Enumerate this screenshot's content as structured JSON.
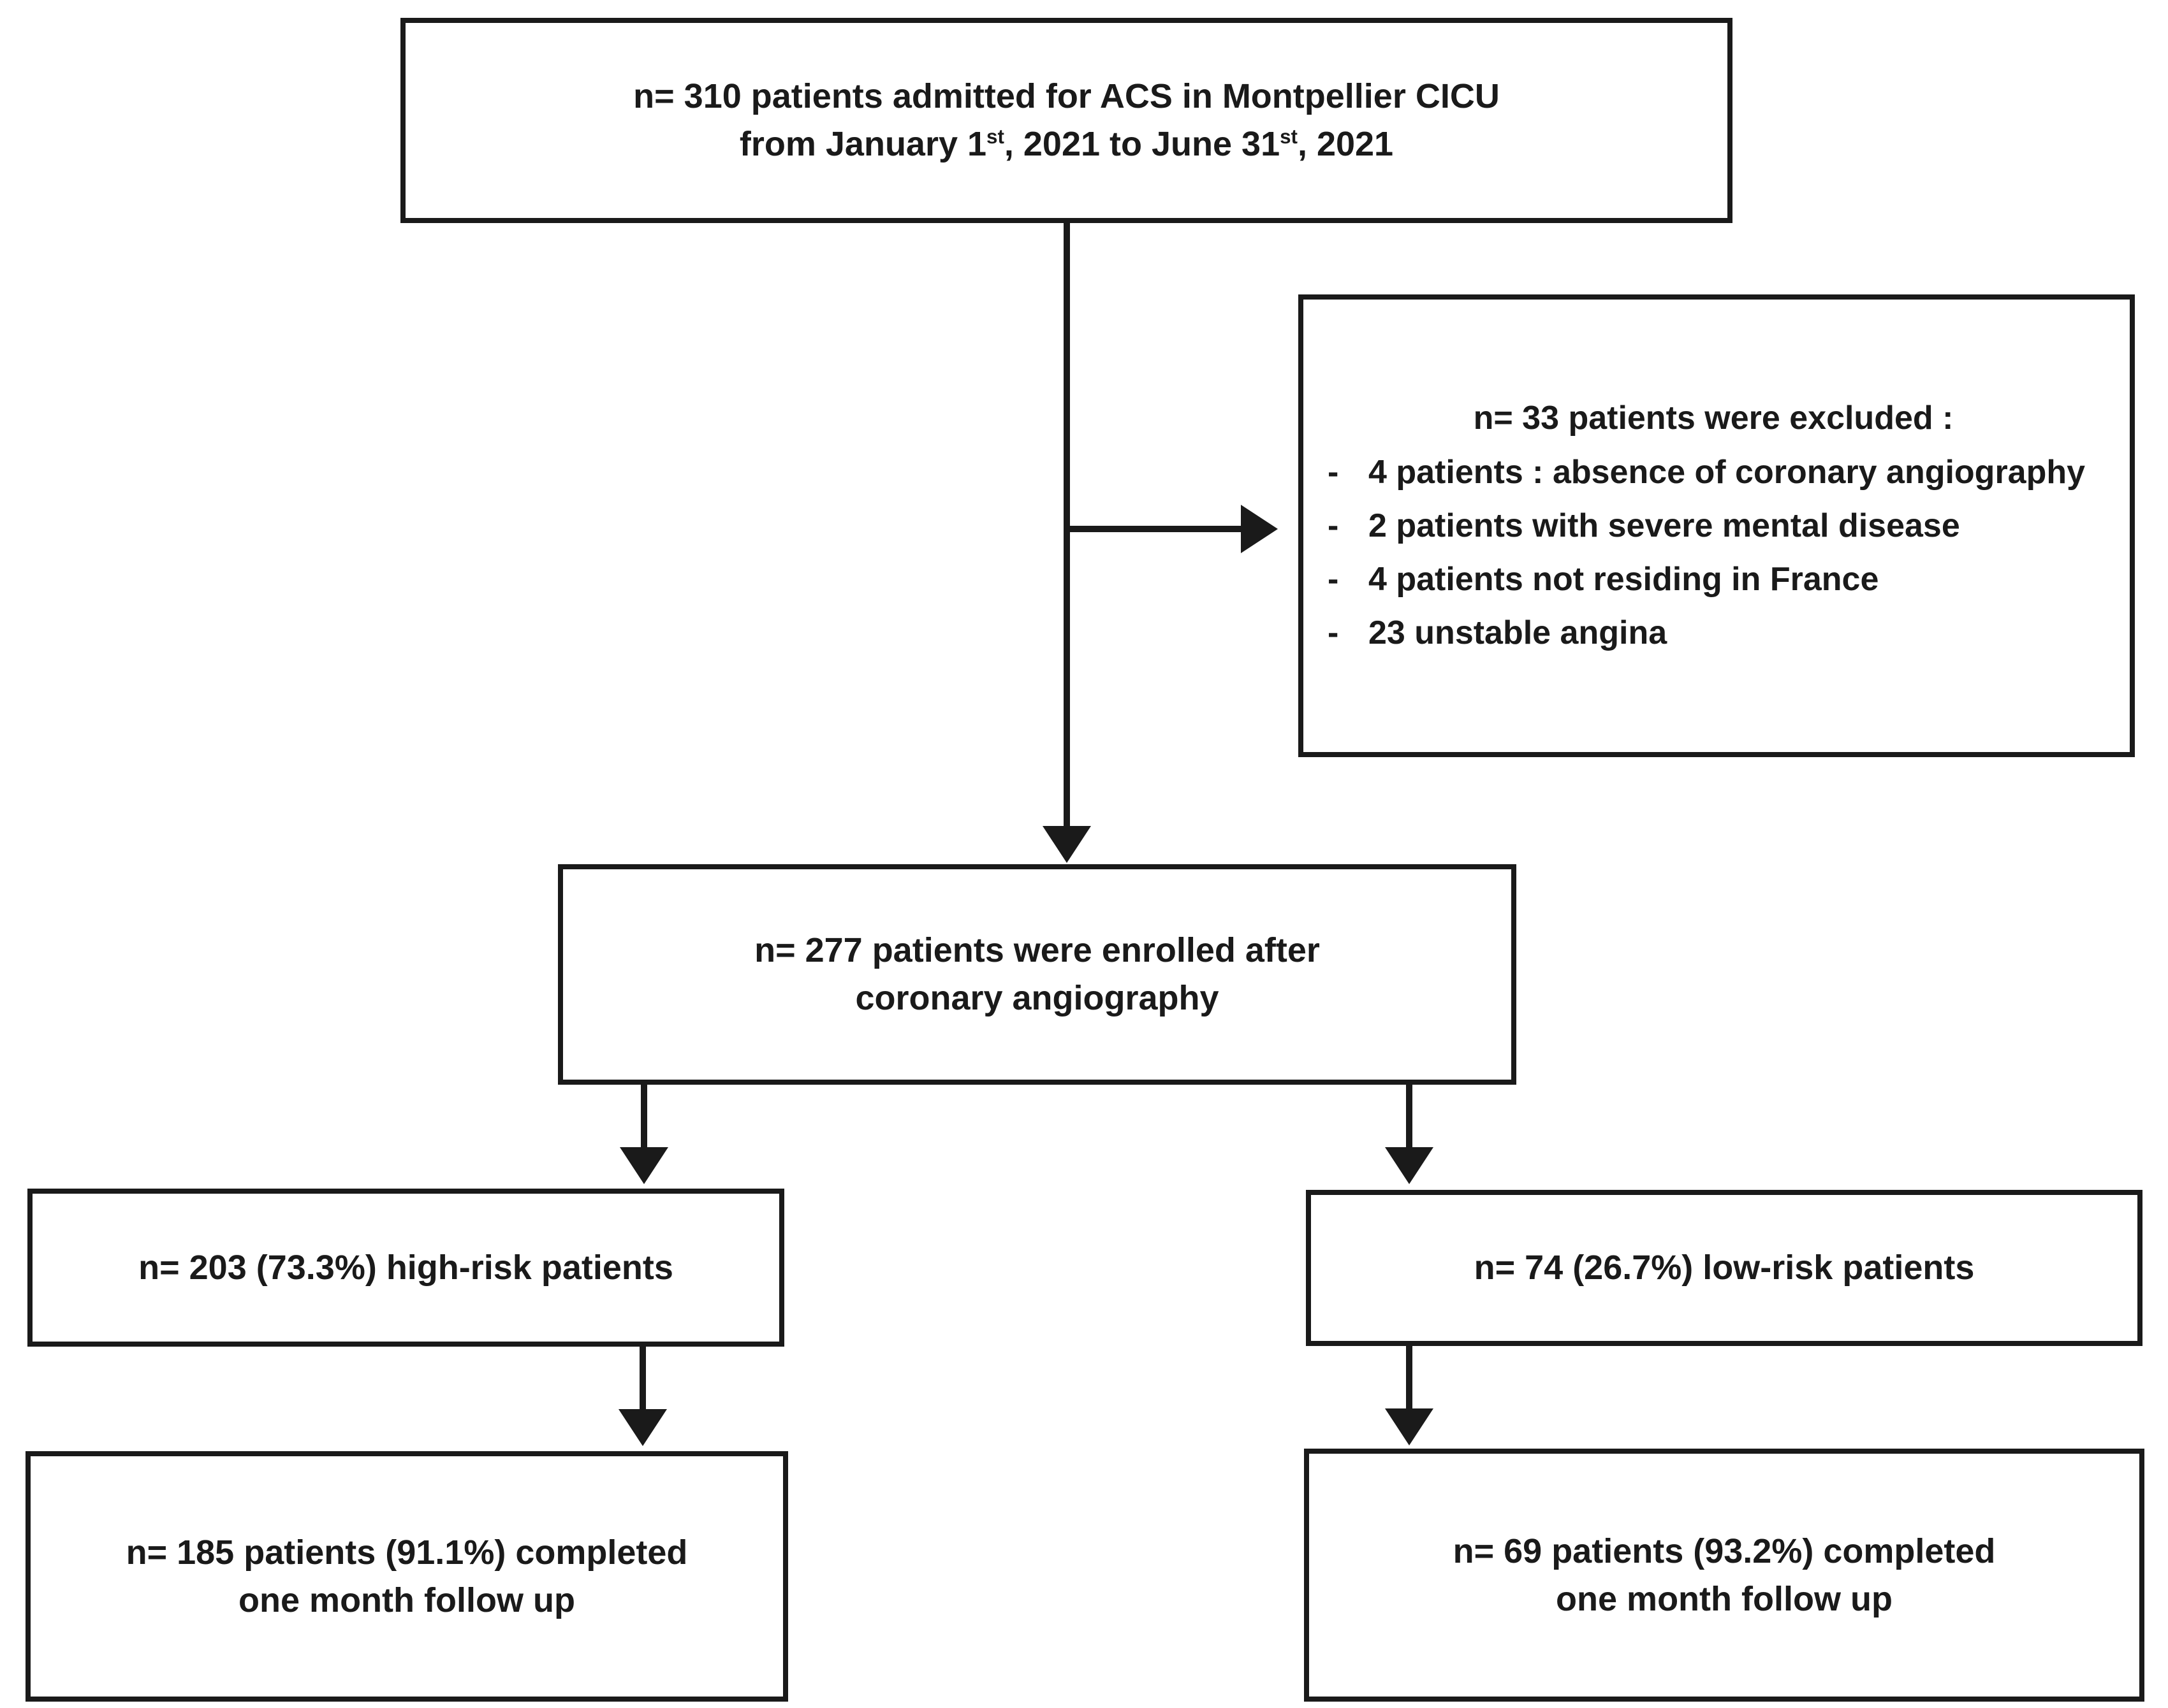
{
  "figure": {
    "type": "patient-flow-diagram",
    "background": "#ffffff",
    "line_color": "#1a1a1a",
    "text_color": "#1a1a1a"
  },
  "flowchart": {
    "admitted_box": {
      "line1": "n= 310 patients admitted for ACS in Montpellier CICU",
      "line2_pre": "from January 1",
      "sup1": "st",
      "line2_mid": ", 2021 to June 31",
      "sup2": "st",
      "line2_end": ", 2021"
    },
    "exclusion_box": {
      "title": "n= 33 patients were excluded :",
      "dash": "-",
      "bullets": [
        {
          "text": "4 patients : absence of coronary angiography"
        },
        {
          "text": "2 patients with severe mental disease"
        },
        {
          "text": "4 patients not residing in France"
        },
        {
          "text": "23 unstable angina"
        }
      ]
    },
    "enrolled_box": {
      "line1": "n= 277 patients were enrolled after",
      "line2": "coronary angiography"
    },
    "high_risk_box": {
      "text": "n= 203 (73.3%) high-risk patients"
    },
    "low_risk_box": {
      "text": "n= 74 (26.7%) low-risk patients"
    },
    "high_risk_followup_box": {
      "line1": "n= 185 patients (91.1%) completed",
      "line2": "one month follow up"
    },
    "low_risk_followup_box": {
      "line1": "n= 69 patients (93.2%) completed",
      "line2": "one month follow up"
    }
  }
}
